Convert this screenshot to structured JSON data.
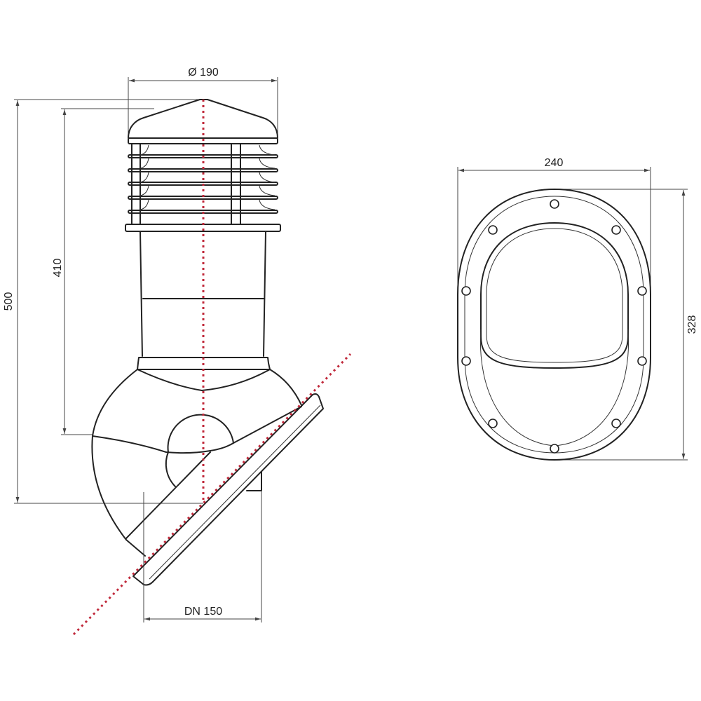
{
  "dimensions": {
    "side_view": {
      "diameter": "Ø 190",
      "total_height": "500",
      "pipe_height": "410",
      "nominal_diameter": "DN 150"
    },
    "flange_view": {
      "width": "240",
      "height": "328"
    }
  },
  "colors": {
    "outline": "#222222",
    "axis_line": "#c0283a"
  }
}
